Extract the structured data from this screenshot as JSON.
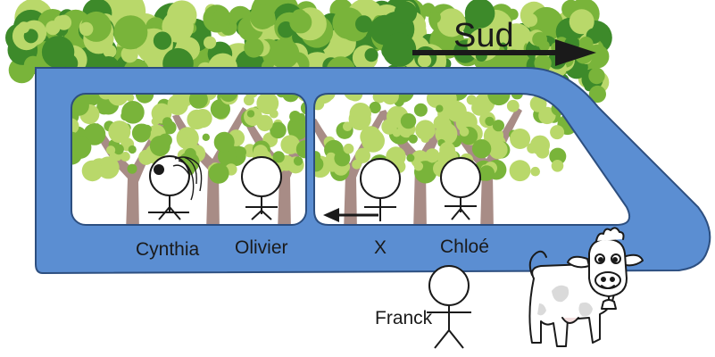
{
  "direction": {
    "label": "Sud",
    "arrow": "right-arrow"
  },
  "passengers": [
    {
      "id": "cynthia",
      "name": "Cynthia"
    },
    {
      "id": "olivier",
      "name": "Olivier"
    },
    {
      "id": "x",
      "name": "X"
    },
    {
      "id": "chloe",
      "name": "Chloé"
    }
  ],
  "outside": [
    {
      "id": "franck",
      "name": "Franck"
    }
  ],
  "colors": {
    "train_body": "#5b8ed2",
    "train_outline": "#2d4f80",
    "foliage_dark": "#3d8a2a",
    "foliage_mid": "#79b43a",
    "foliage_light": "#b9d86a",
    "trunk": "#a88c86"
  },
  "icons": [
    "right-arrow",
    "left-arrow",
    "cow-icon",
    "tree-icon"
  ]
}
